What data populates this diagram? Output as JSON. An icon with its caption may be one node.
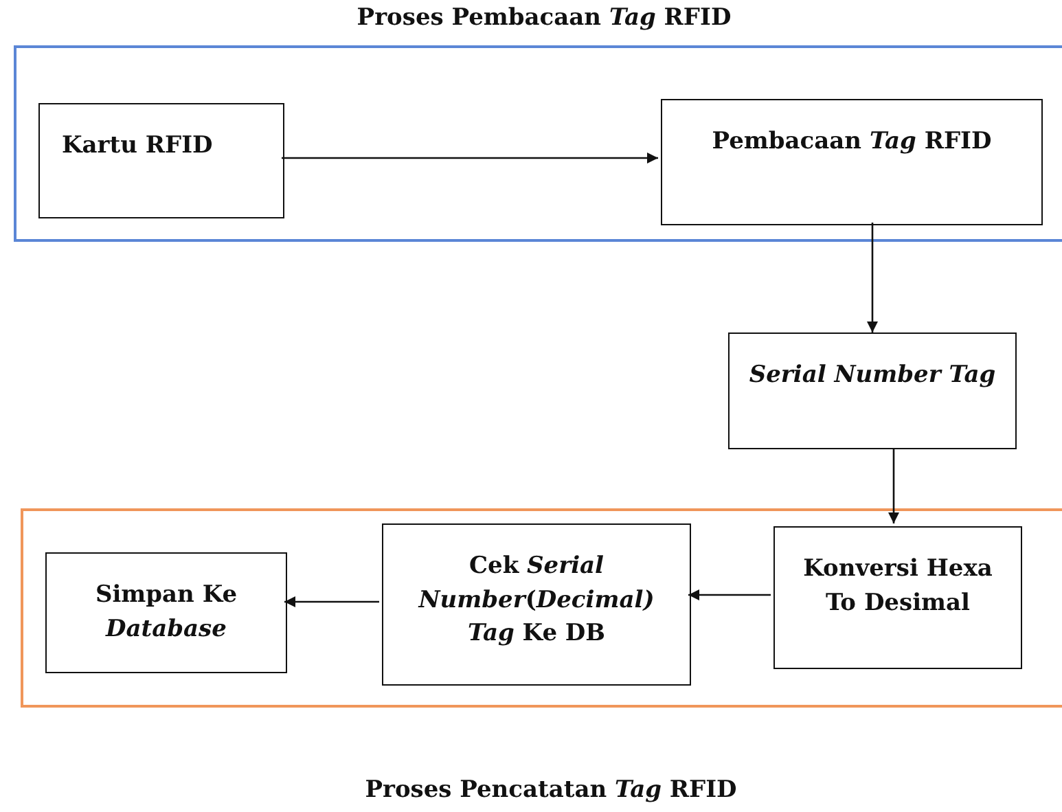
{
  "diagram": {
    "nodes": [
      {
        "text": [
          "Proses Pembacaan *Tag* RFID"
        ]
      },
      {
        "text": [
          "Kartu RFID"
        ],
        "in": 0
      },
      {
        "text": [
          "Pembacaan *Tag* RFID"
        ],
        "in": 0
      },
      {
        "text": [
          "Serial Number Tag"
        ]
      },
      {
        "text": [
          "Proses Pencatatan *Tag* RFID"
        ]
      },
      {
        "text": [
          "Simpan Ke *Database*"
        ],
        "in": 4
      },
      {
        "text": [
          "Cek *Serial Number*(*Decimal) Tag* Ke DB"
        ],
        "in": 4
      },
      {
        "text": [
          "Konversi Hexa To Desimal"
        ],
        "in": 4
      }
    ],
    "edges": [
      {
        "from": 1,
        "to": 2,
        "arrow": "to"
      },
      {
        "from": 2,
        "to": 3,
        "arrow": "to"
      },
      {
        "from": 3,
        "to": 7,
        "arrow": "to"
      },
      {
        "from": 7,
        "to": 6,
        "arrow": "to"
      },
      {
        "from": 6,
        "to": 5,
        "arrow": "to"
      }
    ]
  }
}
